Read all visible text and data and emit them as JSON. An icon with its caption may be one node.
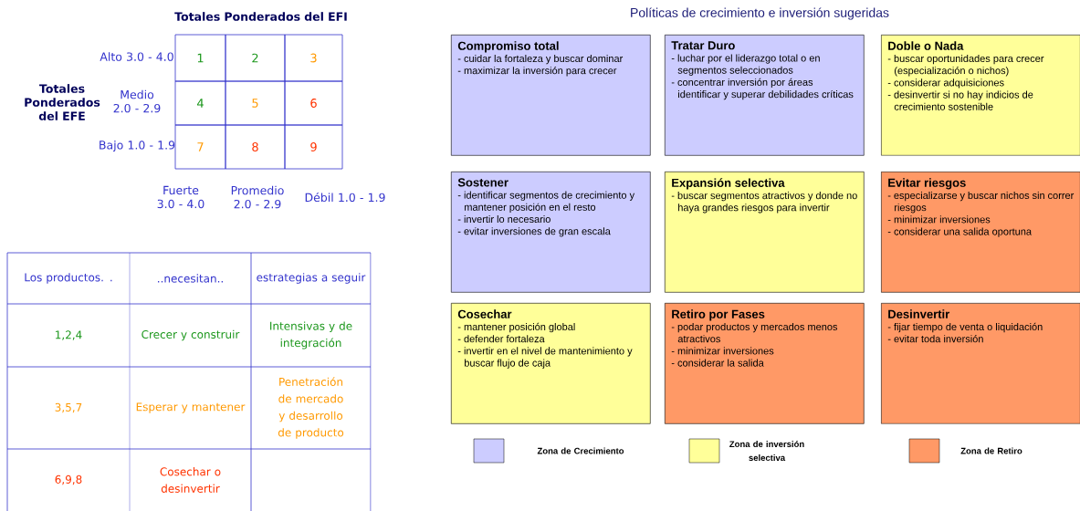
{
  "diagram": {
    "title": "Políticas de crecimiento e inversión sugeridas",
    "nodes": [
      {
        "text": [
          "1"
        ]
      },
      {
        "text": [
          "2"
        ]
      },
      {
        "text": [
          "3"
        ]
      },
      {
        "text": [
          "4"
        ]
      },
      {
        "text": [
          "5"
        ]
      },
      {
        "text": [
          "6"
        ]
      },
      {
        "text": [
          "7"
        ]
      },
      {
        "text": [
          "8"
        ]
      },
      {
        "text": [
          "9"
        ]
      },
      {
        "text": [
          "Compromiso total",
          "- cuidar la fortaleza y buscar dominar",
          "- maximizar la inversión para crecer"
        ]
      },
      {
        "text": [
          "Tratar Duro",
          "- luchar por el liderazgo total o en segmentos seleccionados",
          "- concentrar inversión por áreas identificar y superar debilidades críticas"
        ]
      },
      {
        "text": [
          "Doble o Nada",
          "- buscar oportunidades para crecer (especialización o nichos)",
          "- considerar adquisiciones",
          "- desinvertir si no hay indicios de crecimiento sostenible"
        ]
      },
      {
        "text": [
          "Sostener",
          "- identificar segmentos de crecimiento y mantener posición en el resto",
          "- invertir lo necesario",
          "- evitar inversiones de gran escala"
        ]
      },
      {
        "text": [
          "Expansión selectiva",
          "- buscar segmentos atractivos y donde no haya grandes riesgos para invertir"
        ]
      },
      {
        "text": [
          "Evitar riesgos",
          "- especializarse y buscar nichos sin correr riesgos",
          "- minimizar inversiones",
          "- considerar una salida oportuna"
        ]
      },
      {
        "text": [
          "Cosechar",
          "- mantener posición global",
          "- defender fortaleza",
          "- invertir en el nivel de mantenimiento y buscar flujo de caja"
        ]
      },
      {
        "text": [
          "Retiro por Fases",
          "- podar productos y mercados menos atractivos",
          "- minimizar inversiones",
          "- considerar la salida"
        ]
      },
      {
        "text": [
          "Desinvertir",
          "- fijar tiempo de venta o liquidación",
          "- evitar toda inversión"
        ]
      }
    ],
    "labels": [
      "Totales Ponderados del EFI",
      "Alto 3.0 - 4.0",
      "Medio 2.0 - 2.9",
      "Bajo 1.0 - 1.9",
      "Totales Ponderados del EFE",
      "Fuerte 3.0 - 4.0",
      "Promedio 2.0 - 2.9",
      "Débil 1.0 - 1.9",
      "Los productos. .",
      "..necesitan..",
      "estrategias a seguir",
      "1,2,4",
      "Crecer y construir",
      "Intensivas y de integración",
      "3,5,7",
      "Esperar y mantener",
      "Penetración de mercado y desarrollo de producto",
      "6,9,8",
      "Cosechar o desinvertir"
    ],
    "legend": [
      {
        "text": "Zona de Crecimiento",
        "color": "#ccccff"
      },
      {
        "text": "Zona de inversión selectiva",
        "color": "#ffff99"
      },
      {
        "text": "Zona de Retiro",
        "color": "#ff9966"
      }
    ]
  }
}
